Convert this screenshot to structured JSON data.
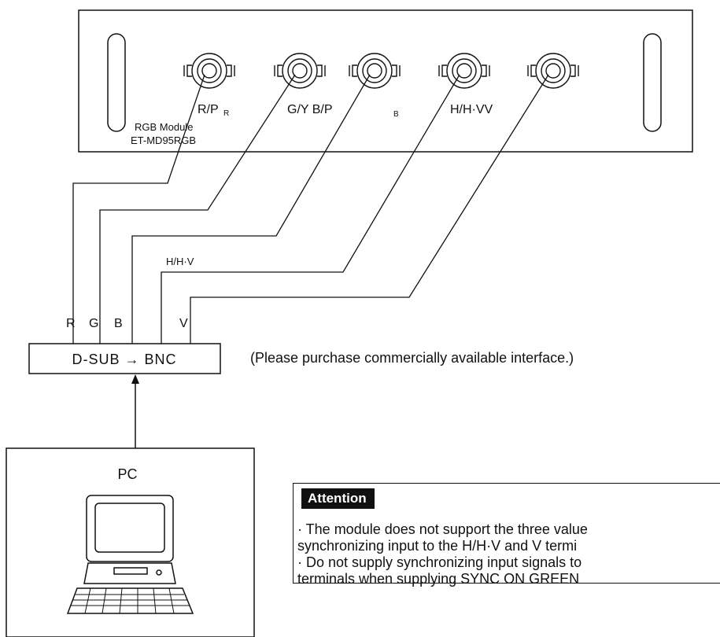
{
  "panel": {
    "terminal_labels": [
      "R/P",
      "R",
      "G/Y B/P",
      "B",
      "H/H·VV"
    ],
    "module_name": "RGB Module",
    "module_model": "ET-MD95RGB"
  },
  "cable": {
    "hv_label": "H/H·V",
    "pin_labels": [
      "R",
      "G",
      "B",
      "V"
    ]
  },
  "converter": {
    "label": "D-SUB → BNC",
    "note": "(Please purchase commercially available interface.)"
  },
  "pc": {
    "label": "PC"
  },
  "attention": {
    "badge": "Attention",
    "lines": [
      "· The module does not support the three value",
      "  synchronizing input to the H/H·V and V termi",
      "· Do not supply synchronizing input signals to",
      "  terminals when supplying SYNC ON GREEN"
    ]
  }
}
